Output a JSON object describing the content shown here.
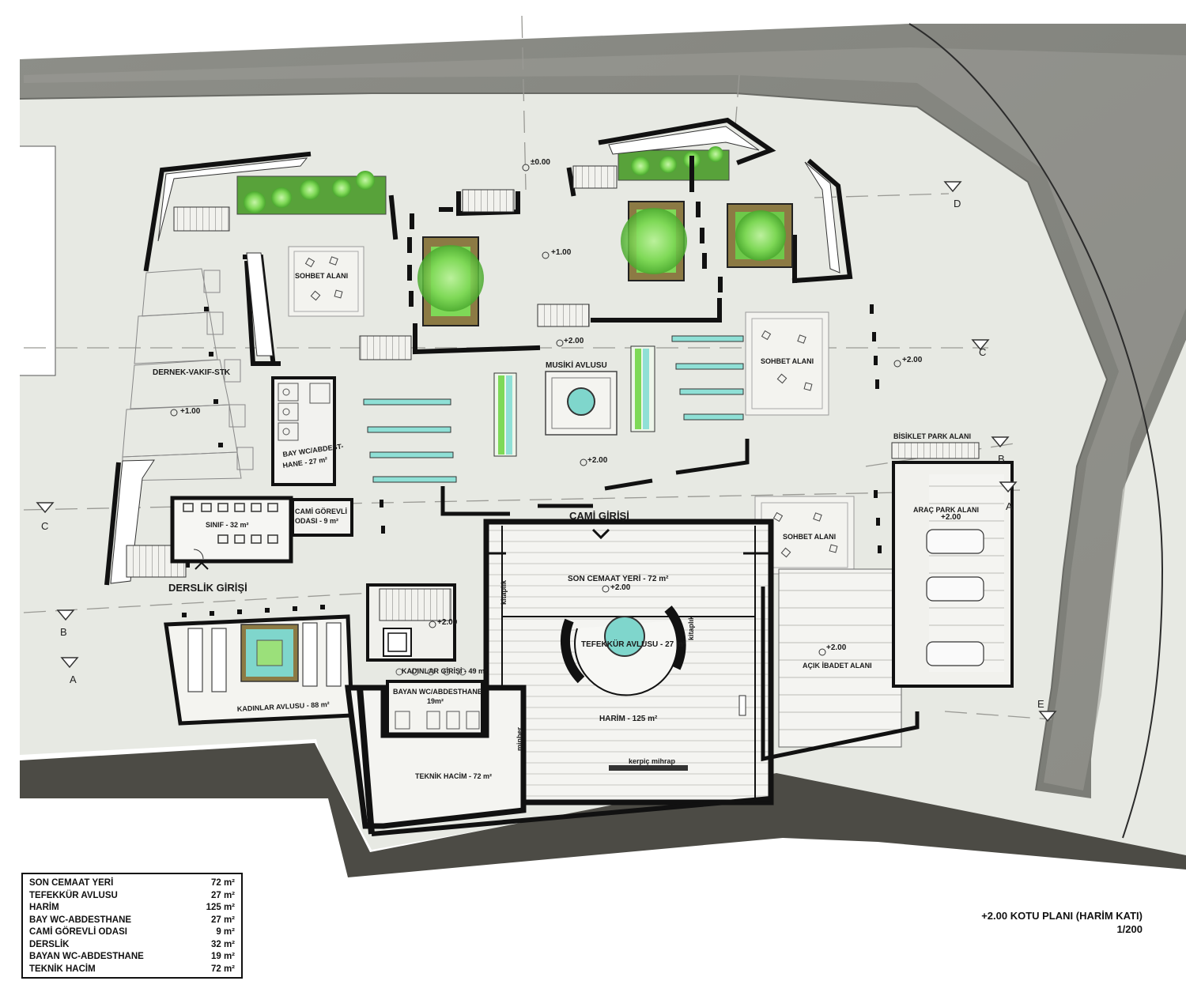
{
  "plan": {
    "title": "+2.00 KOTU PLANI (HARİM KATI)",
    "scale": "1/200"
  },
  "areas": [
    {
      "name": "SON CEMAAT YERİ",
      "value": "72 m²"
    },
    {
      "name": "TEFEKKÜR AVLUSU",
      "value": "27 m²"
    },
    {
      "name": "HARİM",
      "value": "125 m²"
    },
    {
      "name": "BAY WC-ABDESTHANE",
      "value": "27 m²"
    },
    {
      "name": "CAMİ GÖREVLİ ODASI",
      "value": "9 m²"
    },
    {
      "name": "DERSLİK",
      "value": "32 m²"
    },
    {
      "name": "BAYAN WC-ABDESTHANE",
      "value": "19 m²"
    },
    {
      "name": "TEKNİK HACİM",
      "value": "72 m²"
    }
  ],
  "labels": {
    "sohbet_1": "SOHBET ALANI",
    "sohbet_2": "SOHBET ALANI",
    "sohbet_3": "SOHBET ALANI",
    "dernek": "DERNEK-VAKIF-STK",
    "musiki": "MUSİKİ AVLUSU",
    "bay_wc_1": "BAY WC/ABDEST-",
    "bay_wc_2": "HANE - 27 m²",
    "sinif": "SINIF - 32 m²",
    "gorevli_1": "CAMİ GÖREVLİ",
    "gorevli_2": "ODASI - 9 m²",
    "derslik_girisi": "DERSLİK GİRİŞİ",
    "cami_girisi": "CAMİ GİRİŞİ",
    "son_cemaat": "SON CEMAAT YERİ - 72 m²",
    "tefekkur": "TEFEKKÜR AVLUSU - 27 m²",
    "harim": "HARİM - 125 m²",
    "kerpic": "kerpiç mihrap",
    "minber": "minber",
    "kitaplik_1": "kitaplık",
    "kitaplik_2": "kitaplık",
    "kadinlar_girisi": "KADINLAR GİRİŞİ - 49 m²",
    "bayan_wc_1": "BAYAN WC/ABDESTHANE",
    "bayan_wc_2": "19m²",
    "kadinlar_avlusu": "KADINLAR AVLUSU - 88 m²",
    "teknik": "TEKNİK HACİM - 72 m²",
    "acik_ibadet": "AÇIK İBADET ALANI",
    "bisiklet": "BİSİKLET PARK ALANI",
    "arac": "ARAÇ PARK ALANI"
  },
  "levels": {
    "l_000": "±0.00",
    "l_100_top": "+1.00",
    "l_100_left": "+1.00",
    "l_200_a": "+2.00",
    "l_200_b": "+2.00",
    "l_200_c": "+2.00",
    "l_200_d": "+2.00",
    "l_200_e": "+2.00",
    "l_200_f": "+2.00",
    "l_200_g": "+2.00"
  },
  "sections": {
    "a_left": "A",
    "a_right": "A",
    "b_left": "B",
    "b_right": "B",
    "c_left": "C",
    "c_right": "C",
    "d": "D",
    "e": "E"
  },
  "colors": {
    "road": "#8a8b85",
    "road_dark": "#6f706b",
    "site": "#e7e9e3",
    "ground": "#4d4c46",
    "wall": "#111111",
    "planting": "#7ed957",
    "planter_frame": "#7a6a3c",
    "pool": "#7fd6cc"
  }
}
